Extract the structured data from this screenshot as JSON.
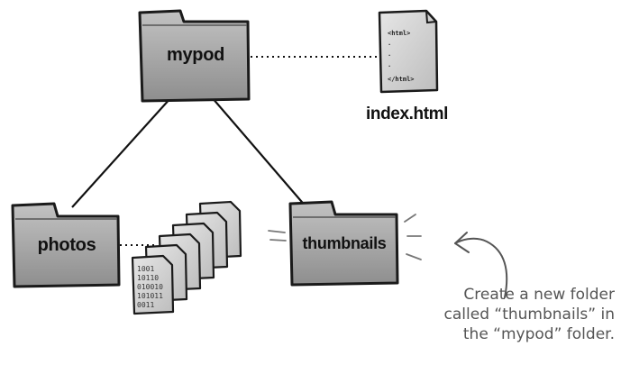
{
  "folders": {
    "mypod": "mypod",
    "photos": "photos",
    "thumbnails": "thumbnails"
  },
  "file": {
    "name": "index.html",
    "code_open": "<html>",
    "code_dots": ".",
    "code_close": "</html>"
  },
  "photo_file_texts": [
    "1001",
    "10110",
    "010010",
    "101011",
    "0011"
  ],
  "annotation": {
    "lines": [
      "Create a new folder",
      "called “thumbnails” in",
      "the “mypod” folder."
    ]
  },
  "colors": {
    "folder_fill": "#a9a9a9",
    "folder_stroke": "#1a1a1a",
    "page_fill": "#d6d6d6",
    "note_text": "#555555"
  }
}
